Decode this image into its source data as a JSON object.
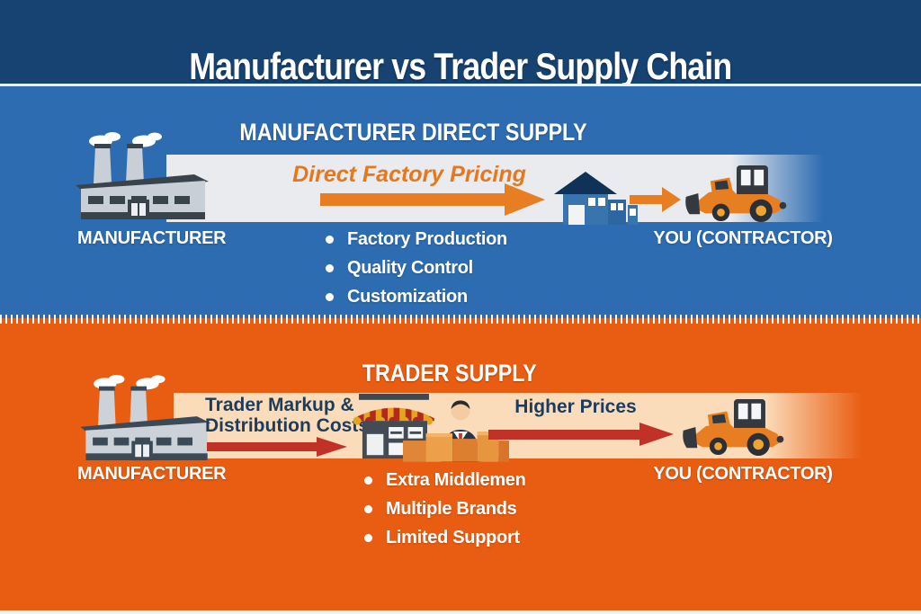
{
  "header": {
    "title": "Manufacturer vs Trader Supply Chain"
  },
  "direct": {
    "heading": "MANUFACTURER DIRECT SUPPLY",
    "flow_label": "Direct Factory Pricing",
    "source_label": "MANUFACTURER",
    "destination_label": "YOU (CONTRACTOR)",
    "bullets": [
      "Factory Production",
      "Quality Control",
      "Customization"
    ]
  },
  "trader": {
    "heading": "TRADER SUPPLY",
    "markup_label_line1": "Trader Markup &",
    "markup_label_line2": "Distribution Costs",
    "prices_label": "Higher Prices",
    "source_label": "MANUFACTURER",
    "destination_label": "YOU (CONTRACTOR)",
    "bullets": [
      "Extra Middlemen",
      "Multiple Brands",
      "Limited Support"
    ]
  },
  "icons": [
    "factory-icon",
    "house-icon",
    "store-icon",
    "trader-person-icon",
    "boxes-icon",
    "loader-icon",
    "arrow-right-icon"
  ],
  "colors": {
    "header-bg": "#174373",
    "direct-bg": "#2E6CB1",
    "trader-bg": "#E95D12",
    "band-light": "#E9EBEF",
    "band-peach": "#FBDCBA",
    "accent-orange": "#E8761B",
    "arrow-orange": "#E87E22",
    "arrow-red": "#C13226",
    "navy": "#1B3C5D",
    "white-line": "#EDF2F7"
  }
}
